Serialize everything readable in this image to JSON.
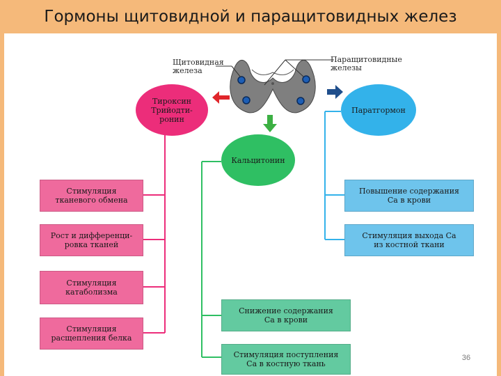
{
  "slide": {
    "title": "Гормоны щитовидной и паращитовидных желез",
    "page_number": "36"
  },
  "gland": {
    "thyroid_label": "Щитовидная\nжелеза",
    "parathyroid_label": "Паращитовидные\nжелезы"
  },
  "hormones": {
    "thyroid": "Тироксин\nТрийодти-\nронин",
    "calcitonin": "Кальцитонин",
    "parathormone": "Паратгормон"
  },
  "thyroid_effects": [
    "Стимуляция\nтканевого обмена",
    "Рост и дифференци-\nровка тканей",
    "Стимуляция\nкатаболизма",
    "Стимуляция\nрасщепления белка"
  ],
  "calcitonin_effects": [
    "Снижение содержания\nСа в крови",
    "Стимуляция поступления\nСа в костную ткань"
  ],
  "parathormone_effects": [
    "Повышение содержания\nСа в крови",
    "Стимуляция выхода Са\nиз костной ткани"
  ],
  "colors": {
    "header_background": "#f5b97a",
    "pink": "#ec2d7a",
    "blue": "#33b2ea",
    "green": "#2fbf63",
    "arrow_red": "#e0262b",
    "arrow_green": "#3cb043",
    "arrow_blue": "#1f4e8c"
  }
}
